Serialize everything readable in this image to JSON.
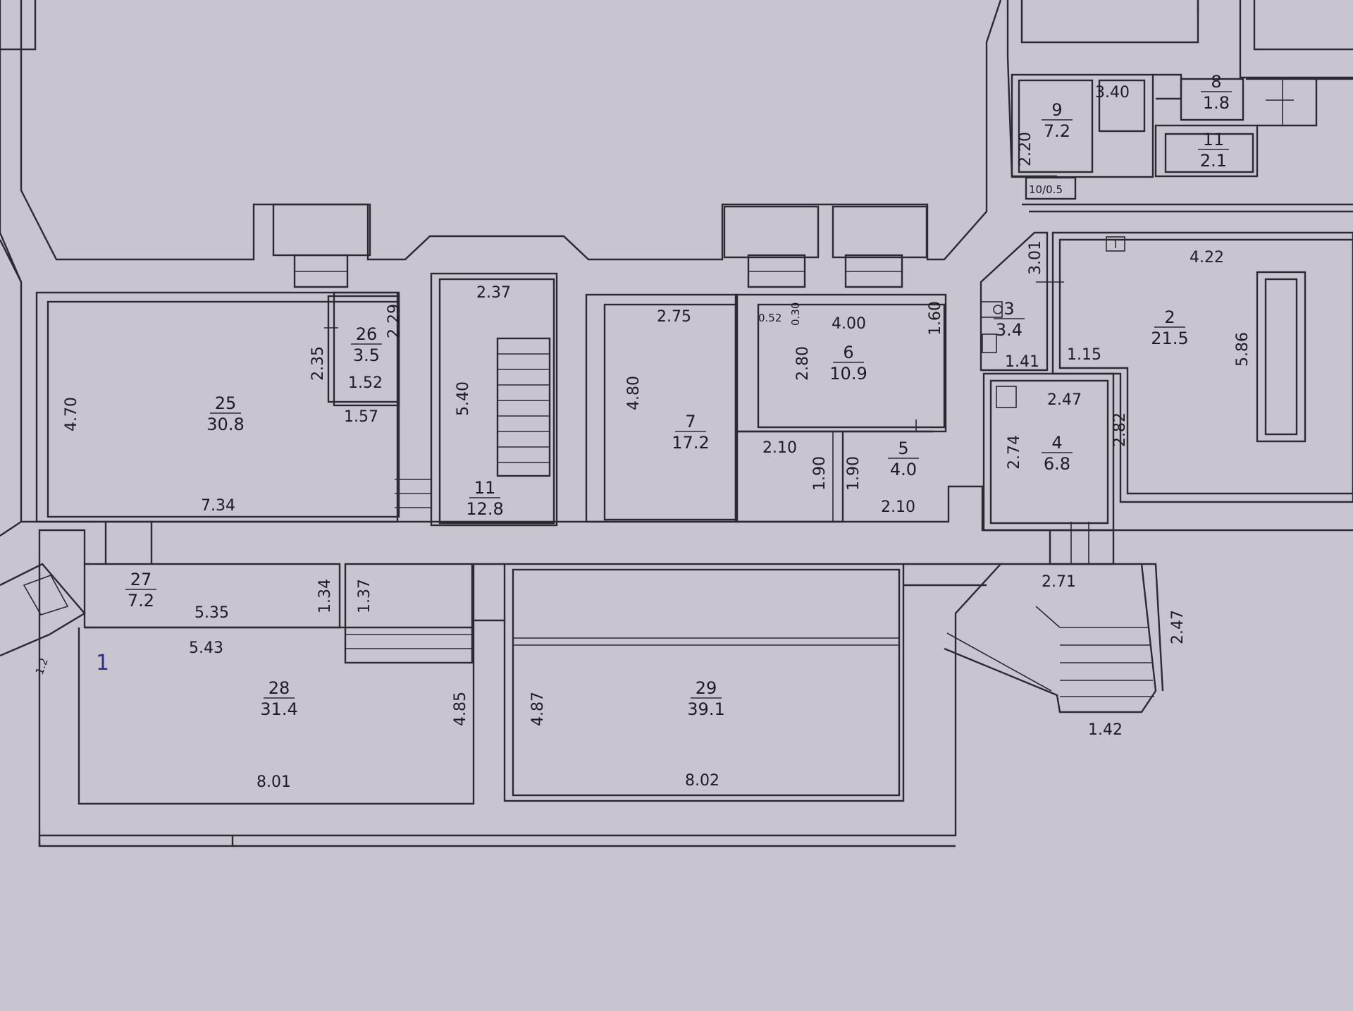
{
  "colors": {
    "paper": "#c9c5d0",
    "ink": "#2b2a33",
    "pen": "#2d2f8a"
  },
  "handwritten_mark": "1",
  "rooms": [
    {
      "id": "room-25",
      "number": "25",
      "area": "30.8"
    },
    {
      "id": "room-26",
      "number": "26",
      "area": "3.5"
    },
    {
      "id": "room-11-stair",
      "number": "11",
      "area": "12.8"
    },
    {
      "id": "room-7",
      "number": "7",
      "area": "17.2"
    },
    {
      "id": "room-6",
      "number": "6",
      "area": "10.9"
    },
    {
      "id": "room-5",
      "number": "5",
      "area": "4.0"
    },
    {
      "id": "room-4",
      "number": "4",
      "area": "6.8"
    },
    {
      "id": "room-3",
      "number": "3",
      "area": "3.4"
    },
    {
      "id": "room-2",
      "number": "2",
      "area": "21.5"
    },
    {
      "id": "room-9",
      "number": "9",
      "area": "7.2"
    },
    {
      "id": "room-8",
      "number": "8",
      "area": "1.8"
    },
    {
      "id": "room-11-top",
      "number": "11",
      "area": "2.1"
    },
    {
      "id": "room-27",
      "number": "27",
      "area": "7.2"
    },
    {
      "id": "room-28",
      "number": "28",
      "area": "31.4"
    },
    {
      "id": "room-29",
      "number": "29",
      "area": "39.1"
    }
  ],
  "room_10_label": "10/0.5",
  "dimensions": {
    "d470": "4.70",
    "d734": "7.34",
    "d235": "2.35",
    "d229": "2.29",
    "d152": "1.52",
    "d157": "1.57",
    "d237": "2.37",
    "d540": "5.40",
    "d275": "2.75",
    "d480": "4.80",
    "d210a": "2.10",
    "d190a": "1.90",
    "d190b": "1.90",
    "d210b": "2.10",
    "d052": "0.52",
    "d030": "0.30",
    "d400": "4.00",
    "d160": "1.60",
    "d280": "2.80",
    "d301": "3.01",
    "d141": "1.41",
    "d115": "1.15",
    "d247a": "2.47",
    "d274": "2.74",
    "d282": "2.82",
    "d422": "4.22",
    "d586": "5.86",
    "d340": "3.40",
    "d220": "2.20",
    "d535": "5.35",
    "d134": "1.34",
    "d137": "1.37",
    "d543": "5.43",
    "d485": "4.85",
    "d801": "8.01",
    "d487": "4.87",
    "d802": "8.02",
    "d271": "2.71",
    "d247b": "2.47",
    "d142": "1.42",
    "d12": "1.2"
  }
}
